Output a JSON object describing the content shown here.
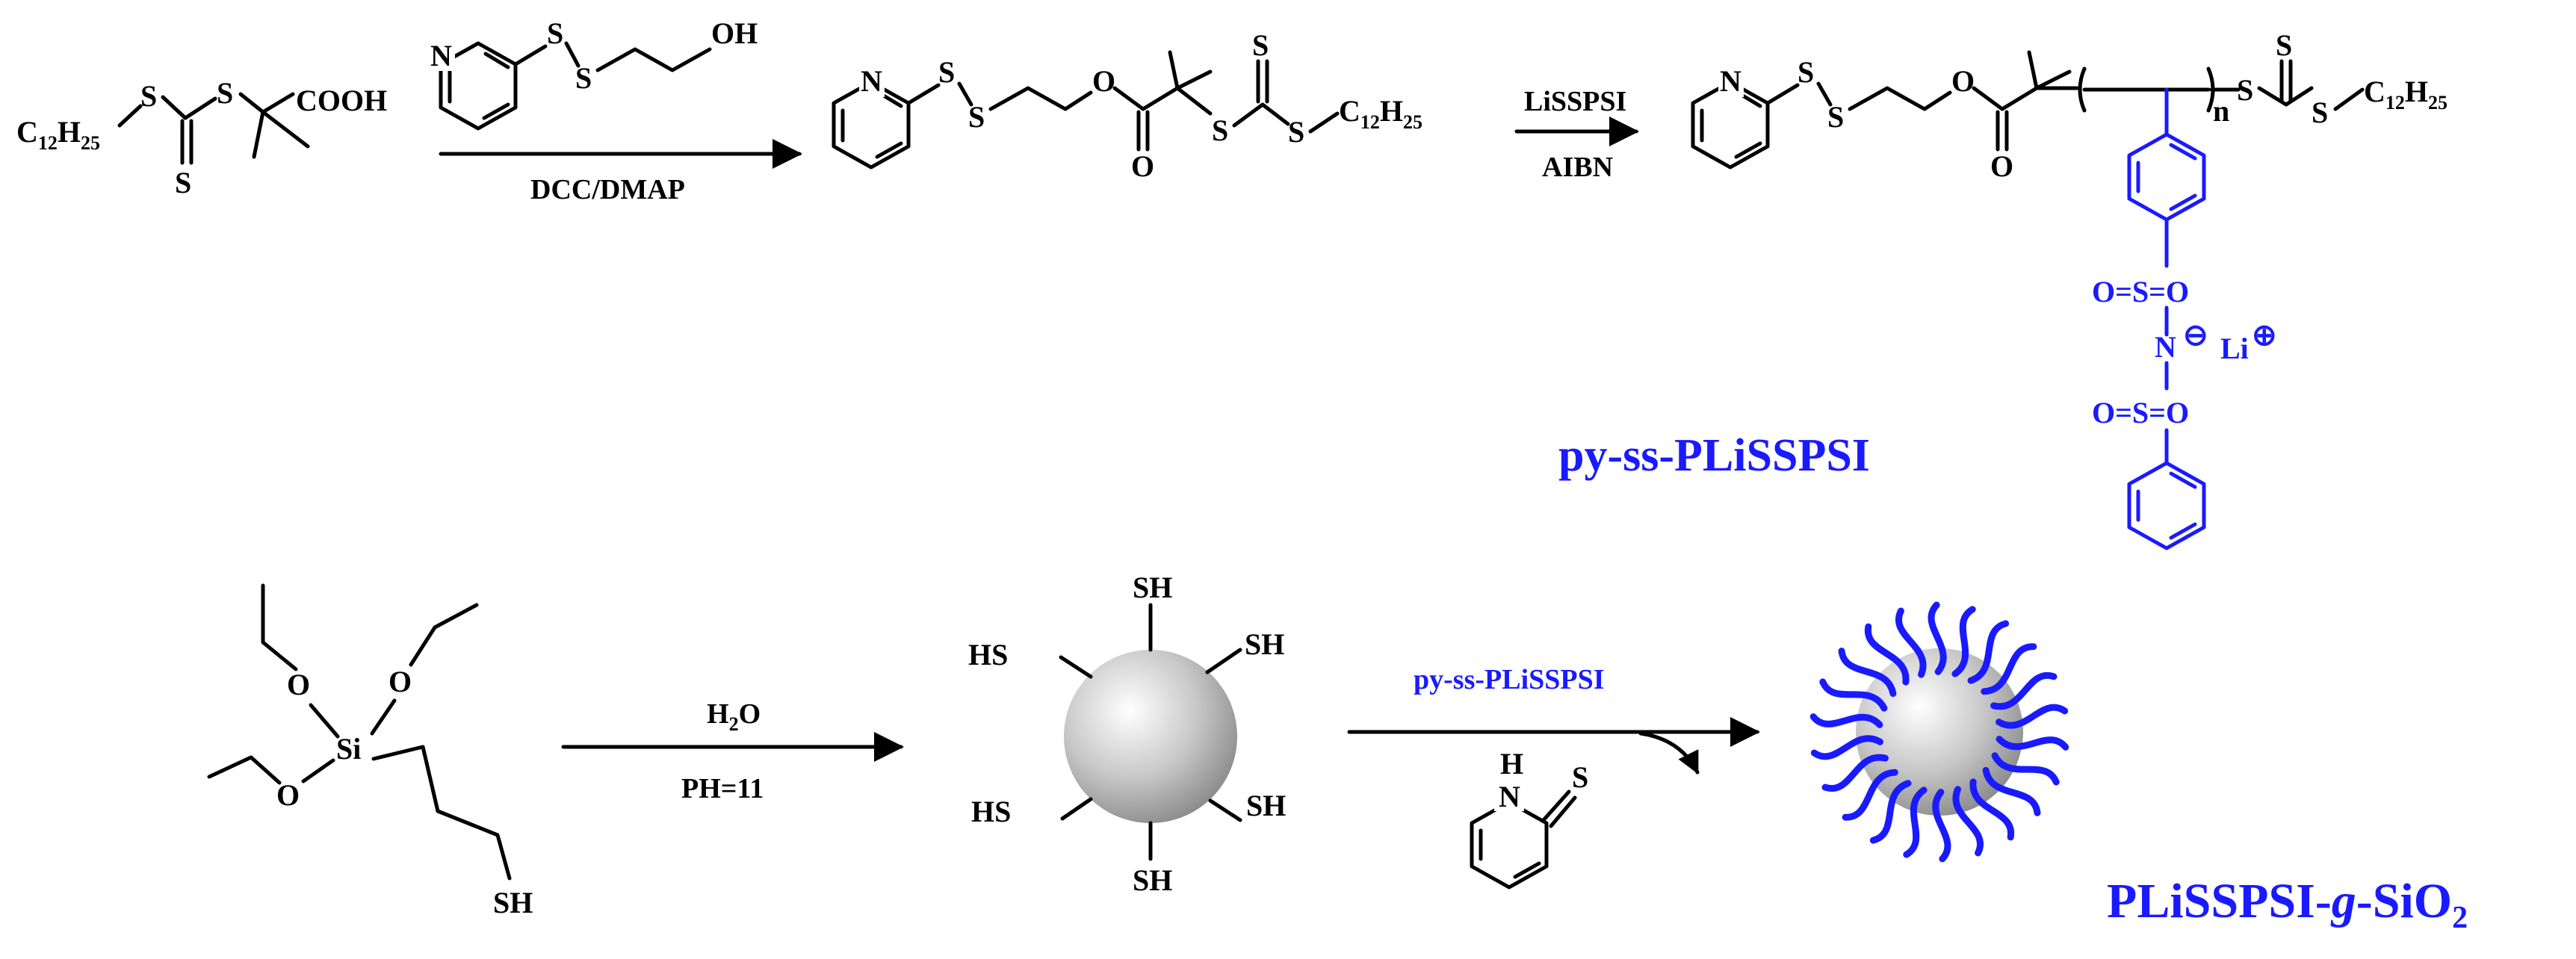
{
  "reagents": {
    "coupling": "DCC/DMAP",
    "monomer": "LiSSPSI",
    "initiator": "AIBN",
    "water": "H",
    "water_sub": "2",
    "water_tail": "O",
    "ph": "PH=11",
    "graft_agent": "py-ss-PLiSSPSI"
  },
  "products": {
    "polymer_name": "py-ss-PLiSSPSI",
    "composite_prefix": "PLiSSPSI-",
    "composite_g": "g",
    "composite_mid": "-SiO",
    "composite_sub": "2"
  },
  "atoms": {
    "C12H25_C": "C",
    "C12H25_12": "12",
    "C12H25_H": "H",
    "C12H25_25": "25",
    "S": "S",
    "COOH": "COOH",
    "N": "N",
    "OH": "OH",
    "O": "O",
    "Si": "Si",
    "SH": "SH",
    "HS": "HS",
    "H": "H",
    "n": "n",
    "Li": "Li",
    "plus": "⊕",
    "minus": "⊖",
    "O_S_O": "O=S=O"
  },
  "colors": {
    "polymer": "#1a1aff",
    "bonds": "#000000",
    "sphere_light": "#ffffff",
    "sphere_dark": "#8a8a8a"
  }
}
